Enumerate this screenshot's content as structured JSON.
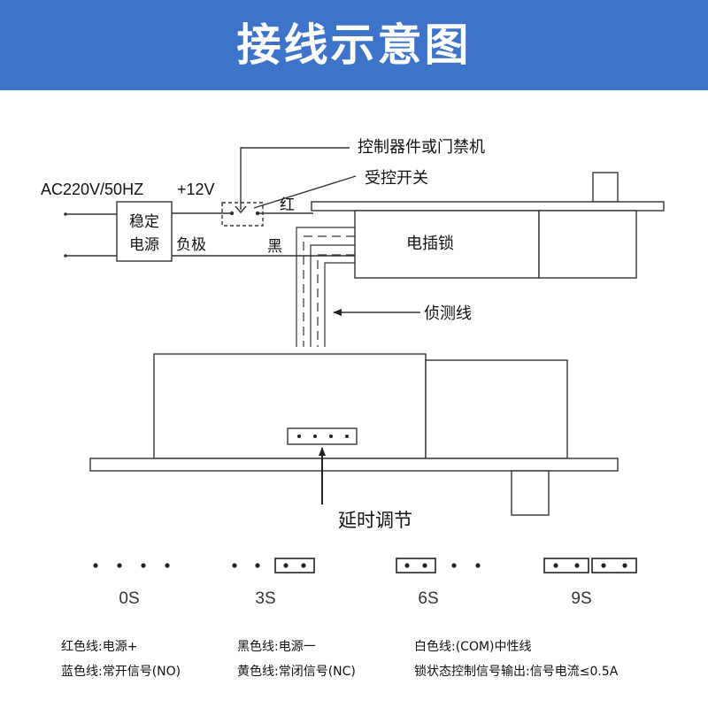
{
  "header": {
    "title": "接线示意图",
    "background": "#3d73c9"
  },
  "diagram": {
    "labels": {
      "controller": "控制器件或门禁机",
      "controlled_switch": "受控开关",
      "ac_input": "AC220V/50HZ",
      "plus12v": "+12V",
      "red_wire": "红",
      "psu_line1": "稳定",
      "psu_line2": "电源",
      "negative": "负极",
      "black_wire": "黑",
      "lock": "电插锁",
      "detect_wire": "侦测线",
      "delay_adjust": "延时调节"
    },
    "jumper_settings": [
      "0S",
      "3S",
      "6S",
      "9S"
    ]
  },
  "legend": {
    "red": "红色线:电源+",
    "black": "黑色线:电源一",
    "white": "白色线:(COM)中性线",
    "blue": "蓝色线:常开信号(NO)",
    "yellow": "黄色线:常闭信号(NC)",
    "status": "锁状态控制信号输出:信号电流≤0.5A"
  }
}
